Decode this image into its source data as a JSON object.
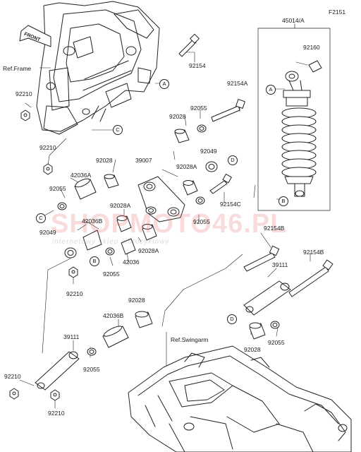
{
  "figure_code": "F2151",
  "assembly_label": "45014/A",
  "ref_frame": "Ref.Frame",
  "ref_swingarm": "Ref.Swingarm",
  "front_arrow": "FRONT",
  "part_labels": {
    "p92154_top": "92154",
    "p92154a": "92154A",
    "p92160": "92160",
    "p92210_a": "92210",
    "p92210_b": "92210",
    "p92028_a": "92028",
    "p92055_a": "92055",
    "p92028_b": "92028",
    "p39007": "39007",
    "p92049_a": "92049",
    "p92028a_a": "92028A",
    "p42036a": "42036A",
    "p92055_b": "92055",
    "p92154c": "92154C",
    "p92028a_b": "92028A",
    "p42036b_a": "42036B",
    "p92055_c": "92055",
    "p92154b_a": "92154B",
    "p92049_b": "92049",
    "p92028a_c": "92028A",
    "p92055_d": "92055",
    "p42036": "42036",
    "p92210_c": "92210",
    "p92154b_b": "92154B",
    "p39111_a": "39111",
    "p92028_c": "92028",
    "p42036b_b": "42036B",
    "p39111_b": "39111",
    "p92055_e": "92055",
    "p92028_d": "92028",
    "p92055_f": "92055",
    "p92210_d": "92210",
    "p92210_e": "92210"
  },
  "callouts": {
    "a_frame": "A",
    "c_frame": "C",
    "a_shock": "A",
    "b_shock": "B",
    "d_link": "D",
    "c_left": "C",
    "b_mid": "B",
    "d_right": "D"
  },
  "watermark": {
    "main": "SHOPMOTO46.PL",
    "sub": "internetowy sklep motocyklowy"
  }
}
